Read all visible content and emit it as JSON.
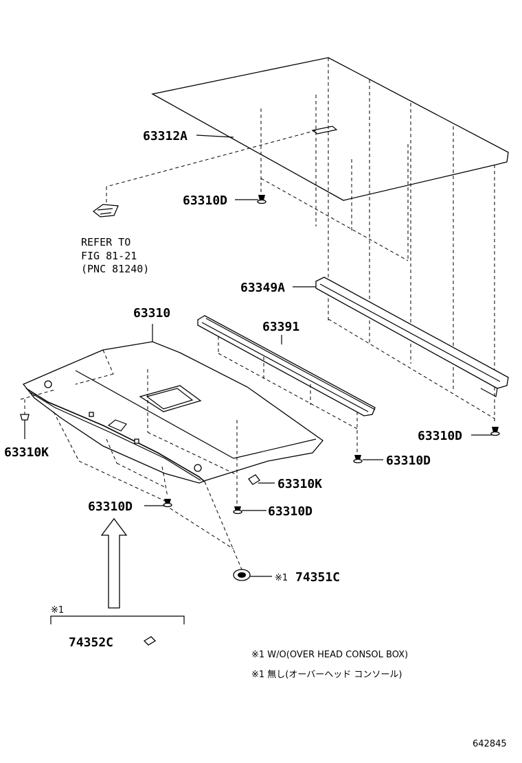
{
  "labels": {
    "p63312A": "63312A",
    "p63310D_top": "63310D",
    "refer_line1": "REFER TO",
    "refer_line2": "FIG 81-21",
    "refer_line3": "(PNC 81240)",
    "p63349A": "63349A",
    "p63310": "63310",
    "p63391": "63391",
    "p63310D_right": "63310D",
    "p63310K_left": "63310K",
    "p63310D_mid": "63310D",
    "p63310K_mid": "63310K",
    "p63310D_left": "63310D",
    "p63310D_lower": "63310D",
    "p74351C_mark": "※1",
    "p74351C": "74351C",
    "bracket_mark": "※1",
    "p74352C": "74352C"
  },
  "notes": {
    "en": "※1 W/O(OVER HEAD CONSOL BOX)",
    "jp": "※1  無し(オーバーヘッド  コンソール)"
  },
  "figure_id": "642845"
}
